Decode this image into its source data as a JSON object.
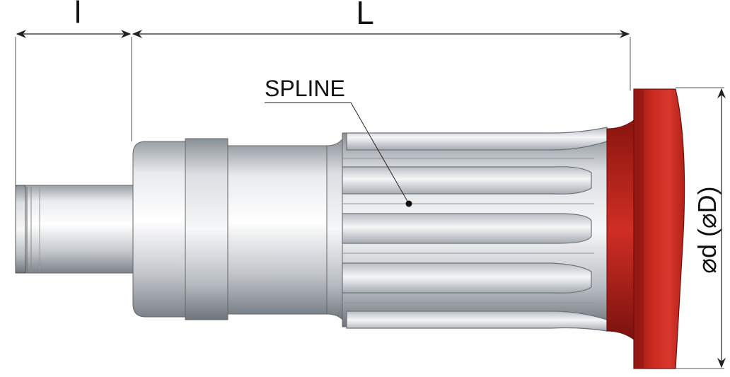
{
  "labels": {
    "dim_l": "l",
    "dim_L": "L",
    "spline": "SPLINE",
    "diameter": "⌀d (⌀D)"
  },
  "colors": {
    "steel_light": "#f2f3f5",
    "steel_mid": "#c9ccd1",
    "steel_dark": "#8d9299",
    "flange_red": "#c3261f",
    "flange_dark": "#7d1410",
    "line": "#222222"
  }
}
